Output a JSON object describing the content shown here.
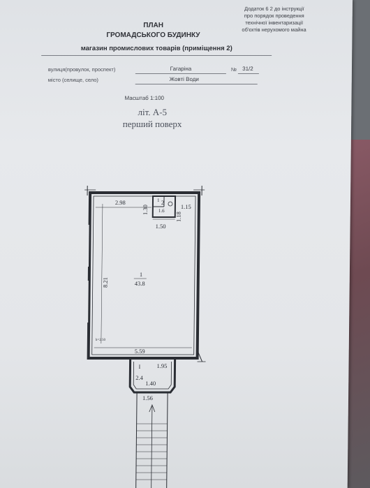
{
  "annex_note": [
    "Додаток 6 2 до інструкції",
    "про порядок проведення",
    "технічної інвентаризації",
    "об'єктів нерухомого майна"
  ],
  "title_line1": "ПЛАН",
  "title_line2": "ГРОМАДСЬКОГО БУДИНКУ",
  "subtitle": "магазин промислових товарів (приміщення 2)",
  "street_label": "вулиця(провулок, проспект)",
  "street_value": "Гагаріна",
  "number_label": "№",
  "number_value": "31/2",
  "city_label": "місто (селище, село)",
  "city_value": "Жовті Води",
  "scale": "Масштаб 1:100",
  "lit": "літ. А-5",
  "floor": "перший поверх",
  "plan": {
    "room1_num": "1",
    "room1_area": "43.8",
    "room2_num": "2",
    "room2_area": "1.6",
    "wc_num": "1",
    "porch_num": "I",
    "porch_area": "2.4",
    "dim_top_left": "2.98",
    "dim_top_right": "1.15",
    "dim_wc_w": "1.50",
    "dim_wc_h": "1.30",
    "dim_wc_h2": "1.18",
    "dim_height": "8.21",
    "dim_bottom": "5.59",
    "dim_porch_right": "1.95",
    "dim_porch_w": "1.40",
    "dim_porch_outer": "1.56",
    "ceiling_note": "h=2.50"
  }
}
